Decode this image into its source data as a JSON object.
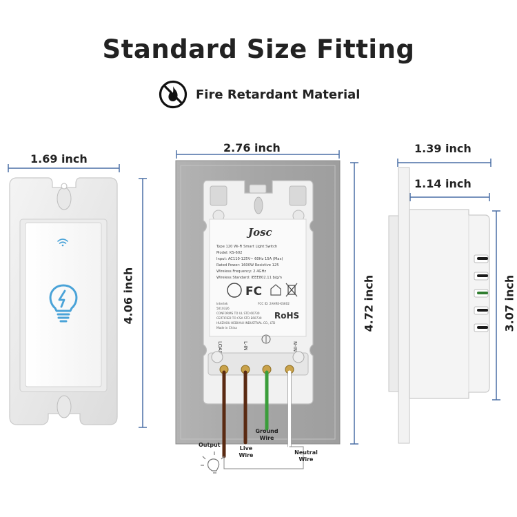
{
  "title": "Standard Size Fitting",
  "feature": {
    "label": "Fire Retardant Material",
    "icon": "fire-icon"
  },
  "front_view": {
    "width_label": "1.69 inch",
    "height_label": "4.06 inch",
    "icons": [
      "wifi-icon",
      "bulb-icon"
    ]
  },
  "back_view": {
    "width_label": "2.76 inch",
    "height_label": "4.72 inch",
    "brand": "Josc",
    "spec_lines": [
      "Type 120 Wi-Fi Smart Light Switch",
      "Model: KS-602",
      "Input: AC110-125V~ 60Hz 15A (Max)",
      "Rated Power: 1600W  Resistive 125",
      "Wireless Frequency: 2.4GHz",
      "Wireless Standard: IEEE802.11 b/g/n"
    ],
    "terminals": [
      "LOAD",
      "L-IN",
      "N-IN"
    ],
    "cert_text": "FC",
    "rohs": "RoHS"
  },
  "side_view": {
    "outer_depth_label": "1.39 inch",
    "inner_depth_label": "1.14 inch",
    "height_label": "3.07 inch"
  },
  "wiring": {
    "output": "Output",
    "live_wire": "Live Wire",
    "ground_wire": "Ground Wire",
    "neutral_wire": "Neutral Wire"
  },
  "colors": {
    "dimension_line": "#4a6fa5",
    "wifi": "#4aa3d8",
    "brown_wire": "#5a2a12",
    "green_wire": "#3a9d3a",
    "plate": "#a9a9a9"
  }
}
